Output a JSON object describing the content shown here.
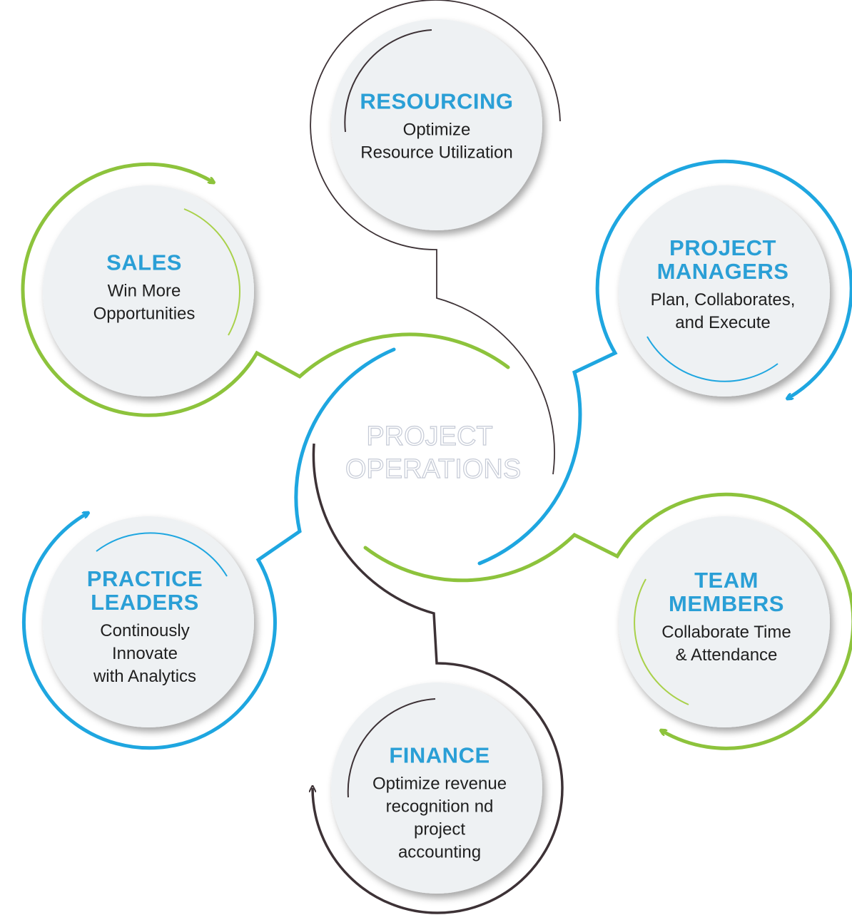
{
  "center": {
    "line1": "PROJECT",
    "line2": "OPERATIONS"
  },
  "nodes": {
    "resourcing": {
      "title": [
        "RESOURCING"
      ],
      "desc": [
        "Optimize",
        "Resource Utilization"
      ]
    },
    "sales": {
      "title": [
        "SALES"
      ],
      "desc": [
        "Win More",
        "Opportunities"
      ]
    },
    "project_managers": {
      "title": [
        "PROJECT",
        "MANAGERS"
      ],
      "desc": [
        "Plan, Collaborates,",
        "and Execute"
      ]
    },
    "practice_leaders": {
      "title": [
        "PRACTICE",
        "LEADERS"
      ],
      "desc": [
        "Continously",
        "Innovate",
        "with Analytics"
      ]
    },
    "team_members": {
      "title": [
        "TEAM",
        "MEMBERS"
      ],
      "desc": [
        "Collaborate Time",
        "& Attendance"
      ]
    },
    "finance": {
      "title": [
        "FINANCE"
      ],
      "desc": [
        "Optimize revenue",
        "recognition nd",
        "project",
        "accounting"
      ]
    }
  },
  "colors": {
    "blue": "#1ea6e0",
    "green": "#8dc33c",
    "dark": "#3d3236",
    "title": "#2a9fd6",
    "circle": "#eef1f3"
  }
}
